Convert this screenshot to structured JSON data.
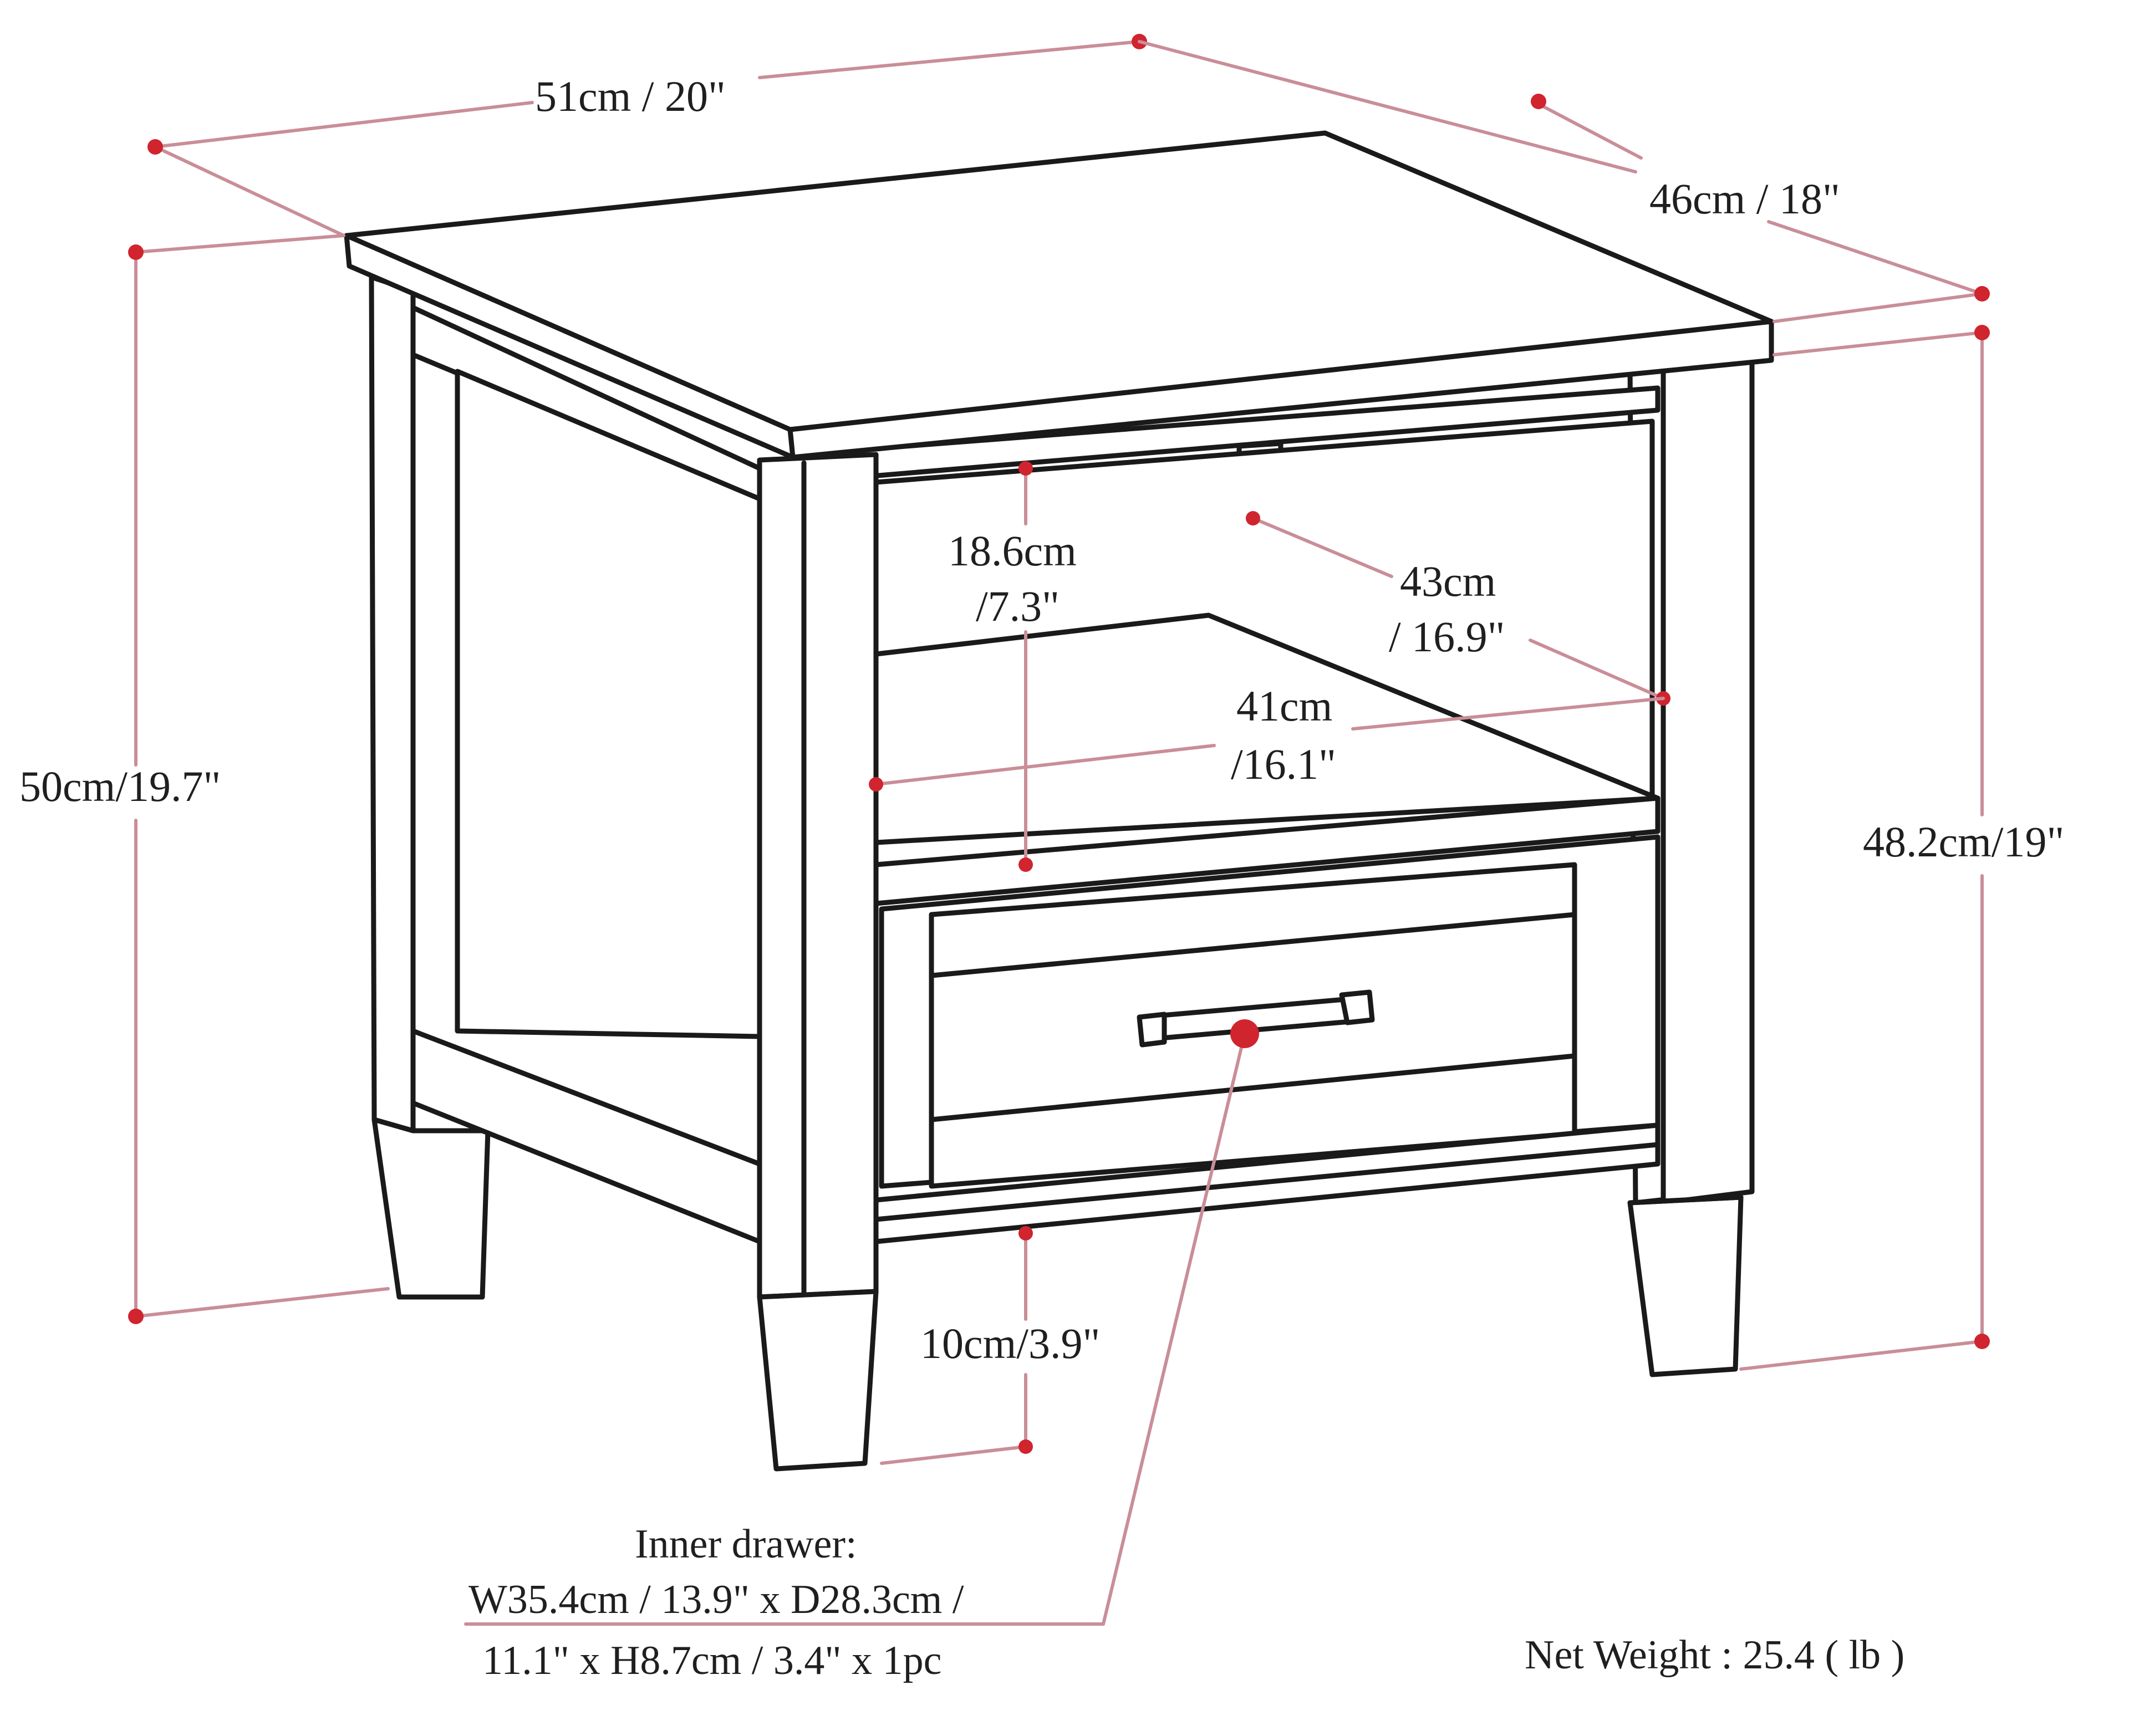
{
  "diagram": {
    "subject": "End table with open shelf and one drawer",
    "colors": {
      "outline": "#1a1a1a",
      "dimension_line": "#c98e98",
      "dimension_dot": "#d0242f",
      "background": "#ffffff"
    },
    "dimensions": {
      "width": "51cm / 20\"",
      "depth": "46cm / 18\"",
      "overall_height": "50cm/19.7\"",
      "leg_height": "48.2cm/19\"",
      "shelf_height_cm": "18.6cm",
      "shelf_height_in": "/7.3\"",
      "shelf_depth_cm": "43cm",
      "shelf_depth_in": "/ 16.9\"",
      "shelf_width_cm": "41cm",
      "shelf_width_in": "/16.1\"",
      "floor_clearance": "10cm/3.9\""
    },
    "inner_drawer": {
      "title": "Inner drawer:",
      "line1": "W35.4cm / 13.9\" x D28.3cm /",
      "line2": "11.1\" x H8.7cm / 3.4\" x 1pc"
    },
    "net_weight": "Net Weight : 25.4 ( lb )"
  }
}
